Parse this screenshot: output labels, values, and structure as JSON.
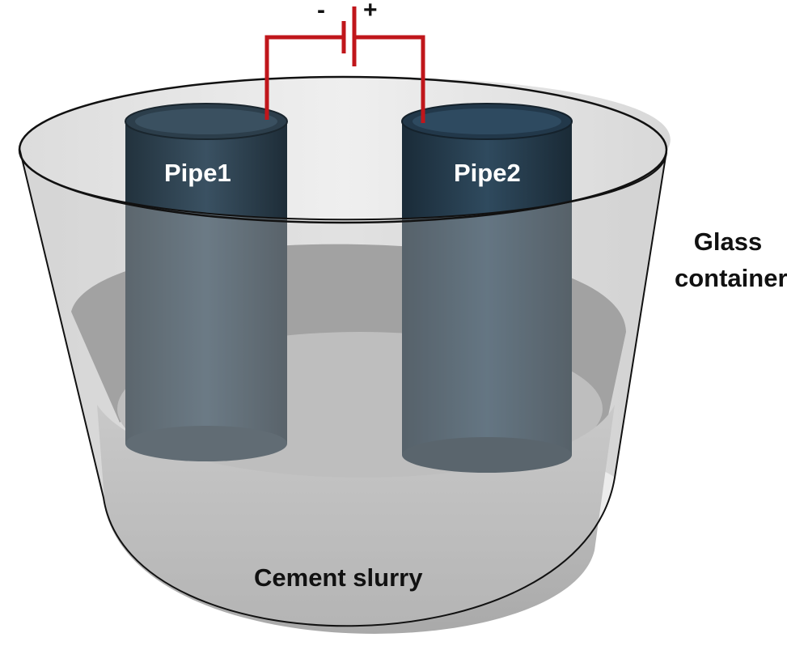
{
  "labels": {
    "minus": "-",
    "plus": "+",
    "pipe1": "Pipe1",
    "pipe2": "Pipe2",
    "glass_line1": "Glass",
    "glass_line2": "container",
    "slurry": "Cement slurry"
  },
  "colors": {
    "wire": "#c0161b",
    "pipe1": "#2f4350",
    "pipe2": "#243a4a",
    "slurry": "#b9b9b9",
    "glass_outline": "#111111"
  }
}
